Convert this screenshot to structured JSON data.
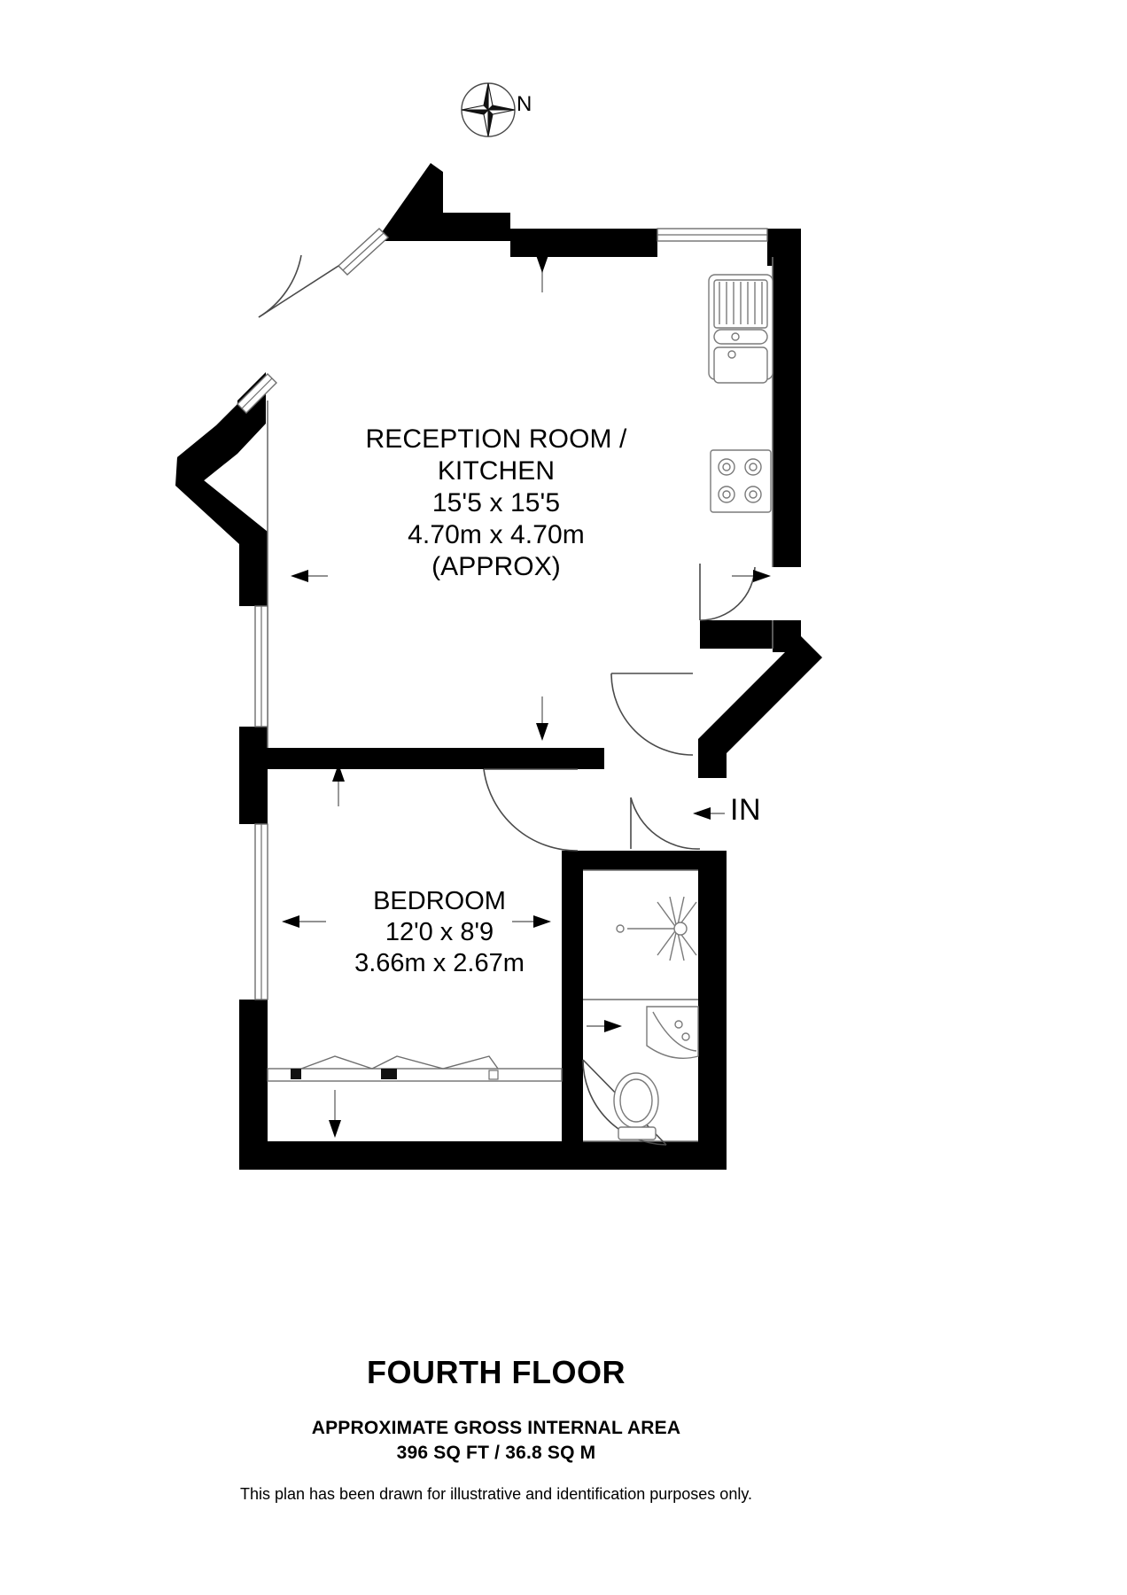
{
  "plan": {
    "compass": {
      "label": "N",
      "icon": "compass-rose-icon"
    },
    "entrance": {
      "label": "IN",
      "icon": "arrow-left-icon"
    },
    "rooms": [
      {
        "id": "reception-kitchen",
        "name": "RECEPTION ROOM /",
        "name_line2": "KITCHEN",
        "dim_imperial": "15'5 x 15'5",
        "dim_metric": "4.70m x 4.70m",
        "note": "(APPROX)"
      },
      {
        "id": "bedroom",
        "name": "BEDROOM",
        "dim_imperial": "12'0 x 8'9",
        "dim_metric": "3.66m x 2.67m"
      }
    ],
    "fixtures": [
      {
        "name": "kitchen-sink-icon"
      },
      {
        "name": "kitchen-hob-icon"
      },
      {
        "name": "shower-icon"
      },
      {
        "name": "wash-basin-icon"
      },
      {
        "name": "toilet-icon"
      },
      {
        "name": "wardrobe-icon"
      }
    ],
    "colors": {
      "wall": "#000000",
      "thin_line": "#6e6e6e",
      "background": "#ffffff",
      "text": "#000000"
    }
  },
  "footer": {
    "floor_title": "FOURTH FLOOR",
    "area_heading": "APPROXIMATE GROSS INTERNAL AREA",
    "area_value": "396 SQ FT / 36.8 SQ M",
    "disclaimer": "This plan has been drawn for illustrative and identification purposes only."
  }
}
